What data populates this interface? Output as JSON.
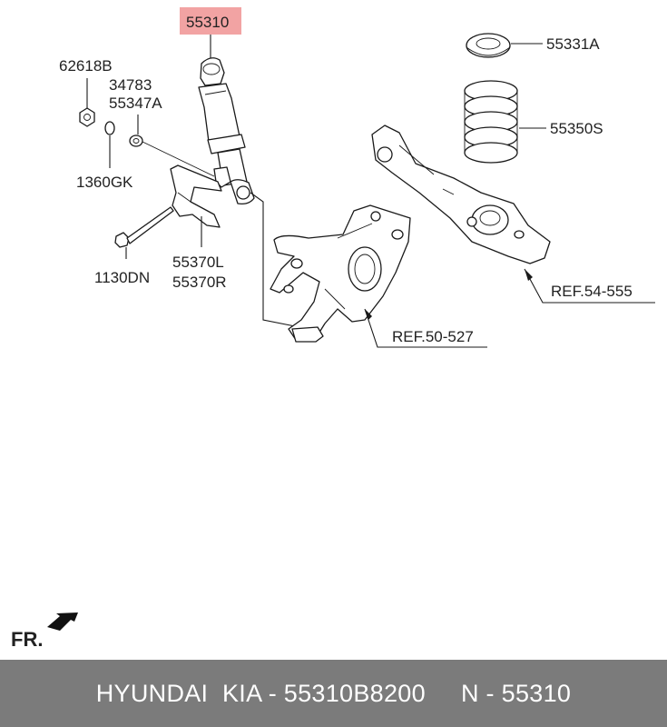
{
  "labels": {
    "shock_absorber": "55310",
    "nut": "62618B",
    "washer_a": "34783",
    "washer_b": "55347A",
    "washer_c": "1360GK",
    "bracket_l": "55370L",
    "bracket_r": "55370R",
    "bolt": "1130DN",
    "spring_pad": "55331A",
    "coil_spring": "55350S",
    "ref_arm": "REF.54-555",
    "ref_knuckle": "REF.50-527",
    "front": "FR."
  },
  "footer": {
    "text": "HYUNDAI  KIA - 55310B8200     N - 55310"
  },
  "colors": {
    "highlight": "#f2a3a3",
    "footer_bg": "#7b7b7b",
    "footer_text": "#ffffff"
  }
}
